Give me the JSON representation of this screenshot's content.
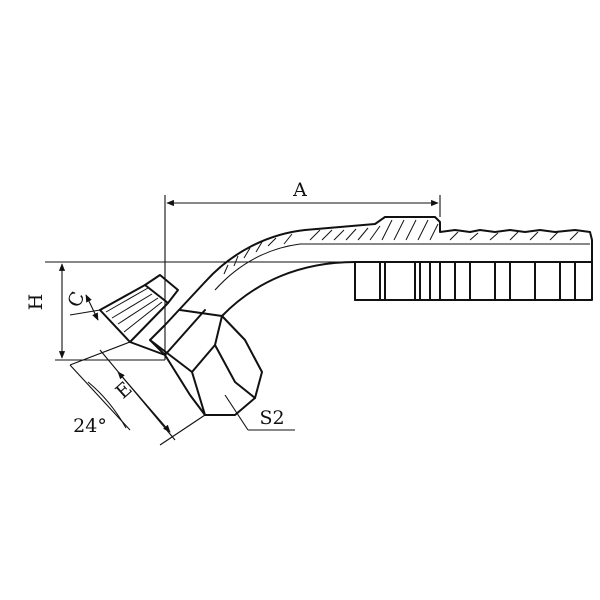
{
  "labels": {
    "A": "A",
    "H": "H",
    "C": "C",
    "E": "E",
    "angle": "24°",
    "S2": "S2"
  },
  "colors": {
    "ink": "#111111",
    "background": "#ffffff"
  }
}
